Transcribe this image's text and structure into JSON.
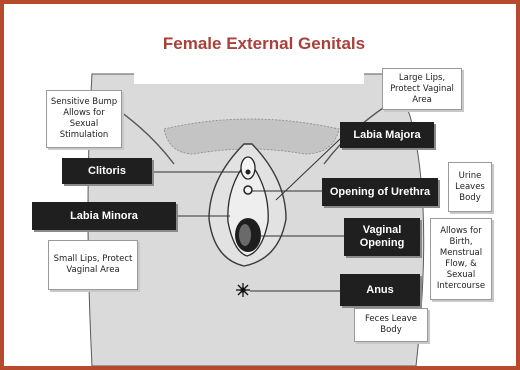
{
  "title": "Female External Genitals",
  "labels": {
    "labia_majora": "Labia Majora",
    "clitoris": "Clitoris",
    "opening_of_urethra": "Opening of Urethra",
    "labia_minora": "Labia Minora",
    "vaginal_opening": "Vaginal Opening",
    "anus": "Anus"
  },
  "notes": {
    "labia_majora": "Large Lips, Protect Vaginal Area",
    "clitoris": "Sensitive Bump Allows for Sexual Stimulation",
    "urethra": "Urine Leaves Body",
    "labia_minora": "Small Lips, Protect Vaginal Area",
    "vaginal_opening": "Allows for Birth, Menstrual Flow, & Sexual Intercourse",
    "anus": "Feces Leave Body"
  },
  "colors": {
    "frame": "#b54a2c",
    "title": "#a8413a",
    "label_bg": "#1f1f1f",
    "skin": "#d9d9d9"
  }
}
